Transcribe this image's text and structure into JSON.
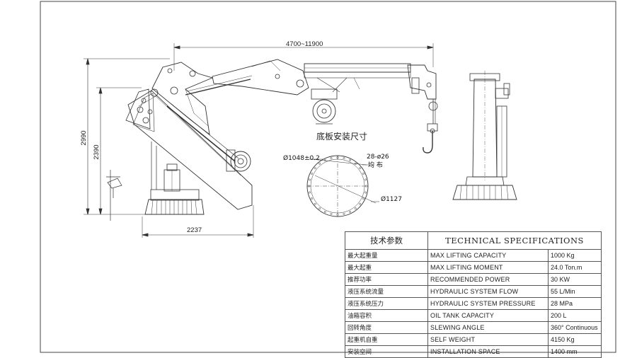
{
  "dimensions": {
    "reach": "4700~11900",
    "height_total": "2990",
    "height_column": "2390",
    "base_offset": "2237"
  },
  "base_plate": {
    "title": "底板安装尺寸",
    "inner_diameter": "Ø1048±0.2",
    "bolt_holes": "28-ø26",
    "bolt_note": "均 布",
    "outer_diameter": "Ø1127"
  },
  "specs": {
    "header_cn": "技术参数",
    "header_en": "TECHNICAL SPECIFICATIONS",
    "rows": [
      {
        "cn": "最大起重量",
        "en": "MAX LIFTING CAPACITY",
        "value": "1000 Kg"
      },
      {
        "cn": "最大起重",
        "en": "MAX LIFTING MOMENT",
        "value": "24.0 Ton.m"
      },
      {
        "cn": "推荐功率",
        "en": "RECOMMENDED POWER",
        "value": "30 KW"
      },
      {
        "cn": "液压系统流量",
        "en": "HYDRAULIC SYSTEM FLOW",
        "value": "55 L/Min"
      },
      {
        "cn": "液压系统压力",
        "en": "HYDRAULIC SYSTEM PRESSURE",
        "value": "28 MPa"
      },
      {
        "cn": "油箱容积",
        "en": "OIL TANK CAPACITY",
        "value": "200 L"
      },
      {
        "cn": "回转角度",
        "en": "SLEWING ANGLE",
        "value": "360° Continuous"
      },
      {
        "cn": "起重机自重",
        "en": "SELF WEIGHT",
        "value": "4150 Kg"
      },
      {
        "cn": "安装空间",
        "en": "INSTALLATION SPACE",
        "value": "1400 mm"
      }
    ]
  }
}
